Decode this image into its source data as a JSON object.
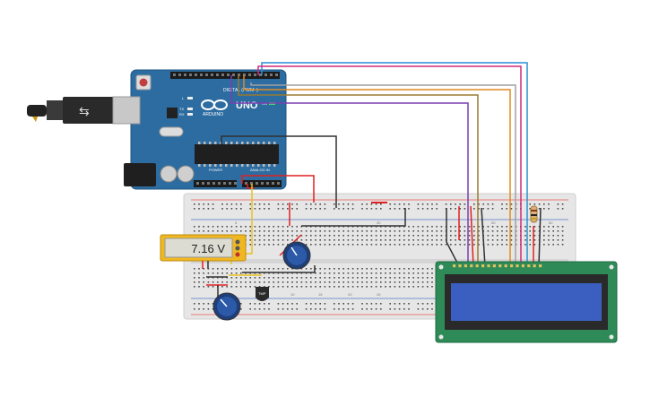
{
  "arduino": {
    "brand": "ARDUINO",
    "model": "UNO",
    "digital_label": "DIGITAL (PWM~)",
    "power_label": "POWER",
    "analog_label": "ANALOG IN",
    "led_labels": [
      "L",
      "TX",
      "RX"
    ],
    "on_label": "ON"
  },
  "multimeter": {
    "reading": "7.16 V"
  },
  "breadboard": {
    "column_numbers": [
      "1",
      "5",
      "10",
      "15",
      "20",
      "25",
      "30",
      "35",
      "40",
      "45",
      "50",
      "55",
      "60"
    ],
    "row_letters_top": [
      "j",
      "i",
      "h",
      "g",
      "f"
    ],
    "row_letters_bottom": [
      "e",
      "d",
      "c",
      "b",
      "a"
    ]
  },
  "sensor": {
    "label": "TMP"
  },
  "lcd": {
    "backlight_color": "#3a5fc0",
    "board_color": "#2e8b57"
  },
  "wire_colors": {
    "red": "#e02020",
    "black": "#303030",
    "yellow": "#e8c020",
    "pink": "#d42a7a",
    "blue": "#2a8fd6",
    "grey": "#a0a0a0",
    "orange": "#e08a1e",
    "brown": "#9a7a30",
    "purple": "#7a3fb0"
  }
}
